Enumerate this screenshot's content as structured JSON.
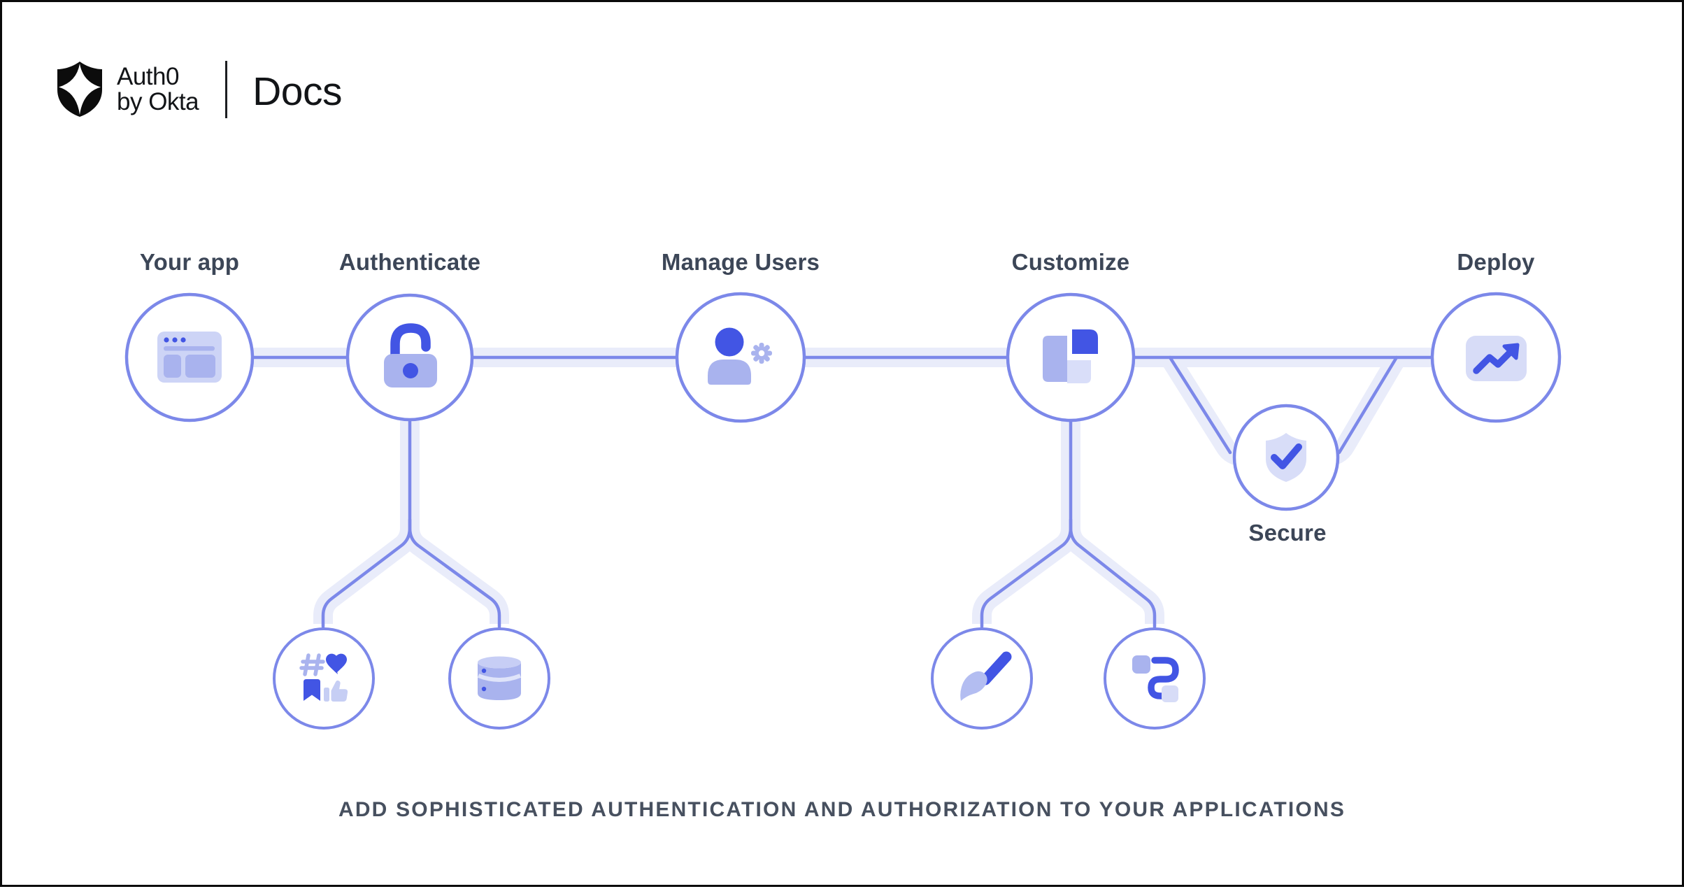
{
  "header": {
    "brand_line1": "Auth0",
    "brand_line2": "by Okta",
    "product": "Docs",
    "logo_icon": "auth0-shield-logo-icon"
  },
  "diagram": {
    "nodes": [
      {
        "id": "your-app",
        "label": "Your app",
        "icon": "browser-window-icon"
      },
      {
        "id": "authenticate",
        "label": "Authenticate",
        "icon": "open-lock-icon"
      },
      {
        "id": "manage-users",
        "label": "Manage Users",
        "icon": "user-gear-icon"
      },
      {
        "id": "customize",
        "label": "Customize",
        "icon": "layout-blocks-icon"
      },
      {
        "id": "secure",
        "label": "Secure",
        "icon": "shield-check-icon"
      },
      {
        "id": "deploy",
        "label": "Deploy",
        "icon": "trending-up-icon"
      }
    ],
    "sub_nodes": [
      {
        "parent": "authenticate",
        "icon": "social-engagement-icon"
      },
      {
        "parent": "authenticate",
        "icon": "database-icon"
      },
      {
        "parent": "customize",
        "icon": "paintbrush-icon"
      },
      {
        "parent": "customize",
        "icon": "connector-route-icon"
      }
    ]
  },
  "caption": "ADD SOPHISTICATED AUTHENTICATION AND AUTHORIZATION TO YOUR APPLICATIONS",
  "colors": {
    "accent_stroke": "#7c88e9",
    "band": "#e9ecfa",
    "icon_dark": "#4255e4",
    "icon_mid": "#a9b3ee",
    "icon_light": "#d7dcf7",
    "label_text": "#3c4657",
    "caption_text": "#47505f",
    "brand_text": "#121417"
  }
}
